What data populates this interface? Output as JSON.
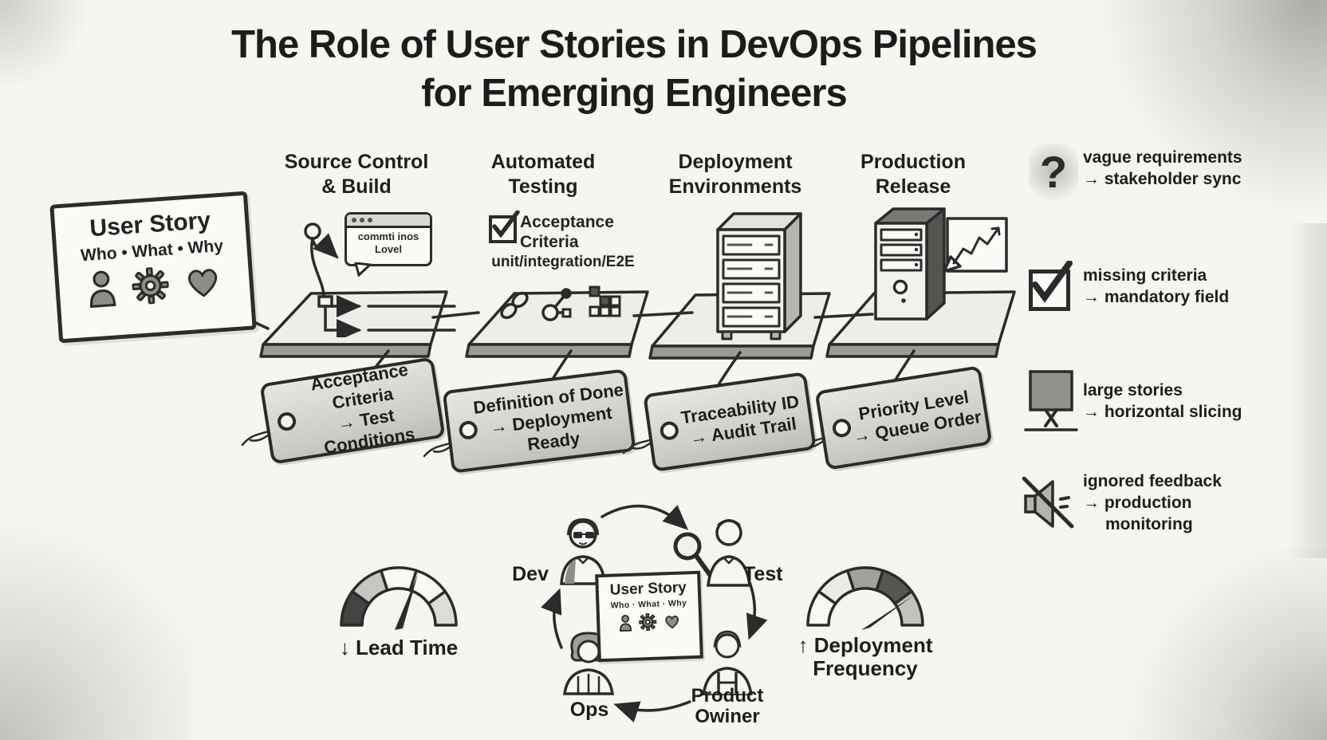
{
  "title": {
    "line1": "The Role of User Stories in DevOps Pipelines",
    "line2": "for Emerging Engineers"
  },
  "user_story_card": {
    "title": "User Story",
    "subtitle": "Who • What • Why"
  },
  "pipeline": {
    "stages": [
      {
        "title_line1": "Source Control",
        "title_line2": "& Build",
        "bubble_line1": "commti inos",
        "bubble_line2": "Lovel"
      },
      {
        "title_line1": "Automated",
        "title_line2": "Testing",
        "check_line1": "Acceptance",
        "check_line2": "Criteria",
        "levels": "unit/integration/E2E"
      },
      {
        "title_line1": "Deployment",
        "title_line2": "Environments"
      },
      {
        "title_line1": "Production",
        "title_line2": "Release"
      }
    ],
    "tags": [
      {
        "line1": "Acceptance Criteria",
        "line2": "→ Test Conditions"
      },
      {
        "line1": "Definition of Done",
        "line2": "→ Deployment Ready"
      },
      {
        "line1": "Traceability ID",
        "line2": "→ Audit Trail"
      },
      {
        "line1": "Priority Level",
        "line2": "→ Queue Order"
      }
    ]
  },
  "pitfalls": [
    {
      "icon": "question-mark-icon",
      "glyph": "?",
      "line1": "vague requirements",
      "line2": "→ stakeholder sync"
    },
    {
      "icon": "checked-checkbox-icon",
      "line1": "missing criteria",
      "line2": "→ mandatory field"
    },
    {
      "icon": "heavy-box-icon",
      "line1": "large stories",
      "line2": "→ horizontal slicing"
    },
    {
      "icon": "muted-speaker-icon",
      "line1": "ignored feedback",
      "line2": "→ production",
      "line3": "monitoring"
    }
  ],
  "loop": {
    "dev": "Dev",
    "test": "Test",
    "ops": "Ops",
    "po_line1": "Product",
    "po_line2": "Owiner",
    "card_title": "User Story",
    "card_subtitle": "Who · What · Why"
  },
  "metrics": {
    "lead_time": "↓ Lead Time",
    "deploy_freq_line1": "↑ Deployment",
    "deploy_freq_line2": "Frequency"
  },
  "colors": {
    "ink": "#2b2b2b",
    "paper": "#f6f5f0",
    "tag_fill": "#d7d5d0",
    "shade": "#8f8d88"
  }
}
